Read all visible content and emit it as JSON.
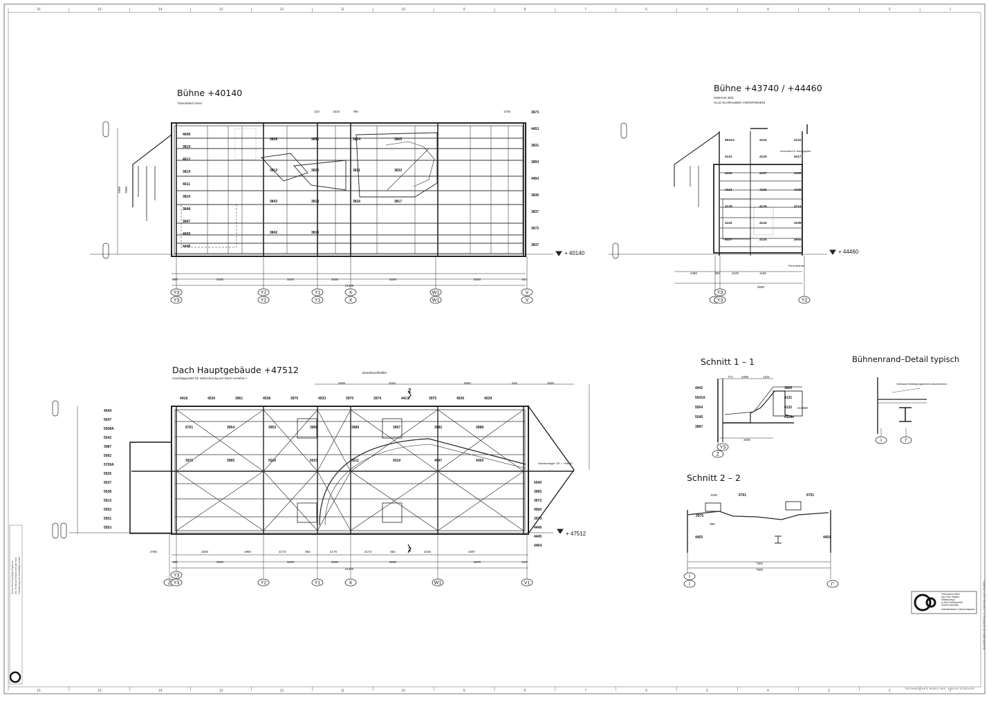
{
  "drawing": {
    "grid_columns_top": [
      "16",
      "15",
      "14",
      "13",
      "12",
      "11",
      "10",
      "9",
      "8",
      "7",
      "6",
      "5",
      "4",
      "3",
      "2",
      "1"
    ],
    "grid_columns_bottom": [
      "16",
      "15",
      "14",
      "13",
      "12",
      "11",
      "10",
      "9",
      "8",
      "7",
      "6",
      "5",
      "4",
      "3",
      "2",
      "1"
    ],
    "views": {
      "buehne_40140": {
        "title": "Bühne +40140",
        "subtitle": "Tränenblech 6mm",
        "level_mark": "+ 40140",
        "axes": [
          "Y3",
          "Y2",
          "Y1",
          "X",
          "W1",
          "V"
        ],
        "overall_dim": "21400",
        "sub_dims": [
          "300",
          "5200",
          "3200",
          "2000",
          "5200",
          "5200",
          "310"
        ],
        "left_tags": [
          "4608",
          "3819",
          "4612",
          "3819",
          "4611",
          "3819",
          "3848",
          "3847",
          "4609",
          "4448"
        ],
        "inner_tags": [
          "3828",
          "3851",
          "3824",
          "3805",
          "3812",
          "3820",
          "3811",
          "3832",
          "3843",
          "3814",
          "3816",
          "3817",
          "3842",
          "3818"
        ],
        "right_tags": [
          "3673",
          "4453",
          "3831",
          "3850",
          "4450",
          "3836",
          "3837",
          "3672",
          "3837"
        ],
        "top_dims": [
          "110",
          "1510",
          "790",
          "1700"
        ],
        "vert_dims": [
          "7600",
          "7000"
        ]
      },
      "buehne_43740": {
        "title": "Bühne +43740 / +44460",
        "subtitle_1": "Gitterrost 30/3",
        "subtitle_2": "ALLE SCHRAUBEN VORSPANNEN!",
        "level_mark": "+ 44460",
        "axes": [
          "Z",
          "Y3",
          "Y2"
        ],
        "overall_dim": "5500",
        "sub_dims": [
          "2480",
          "300",
          "2100",
          "1150"
        ],
        "tags": [
          "5541A",
          "4123",
          "4122",
          "4121",
          "4120",
          "4117",
          "4116",
          "4107",
          "4106",
          "4113",
          "4119",
          "4126",
          "4128",
          "4129",
          "4114",
          "4115",
          "4124",
          "4108",
          "4127",
          "4125",
          "4555"
        ],
        "notes": [
          "Innenwand 8. Aufzugsplan",
          "Pierseitelinde"
        ]
      },
      "dach": {
        "title": "Dach Hauptgebäude +47512",
        "subtitle": "Anschlagpunkte für Seilsicherung am Dach vorsehen !",
        "level_mark": "+ 47512",
        "axes": [
          "Z",
          "Y3",
          "Y2",
          "Y1",
          "X",
          "W1",
          "V1"
        ],
        "overall_dim": "21400",
        "sub_dims": [
          "300",
          "5200",
          "3200",
          "2000",
          "5200",
          "5200",
          "310"
        ],
        "bottom_dims": [
          "2780",
          "3250",
          "1950",
          "2173",
          "852",
          "2175",
          "2173",
          "852",
          "2150",
          "4387"
        ],
        "top_dims": [
          "3000",
          "3184",
          "5582",
          "634",
          "3500"
        ],
        "note_top": "Brandrauchklüfter",
        "note_right": "Wandauflager OK = +48040",
        "tags": [
          "4418",
          "4530",
          "3961",
          "4538",
          "3975",
          "4533",
          "3970",
          "3974",
          "4417",
          "3975",
          "4530",
          "4539",
          "4544",
          "5547",
          "5508A",
          "5542",
          "3987",
          "5562",
          "5709A",
          "5526",
          "5537",
          "5538",
          "5513",
          "5552",
          "5551",
          "5553",
          "5540",
          "3965",
          "3972",
          "4560",
          "3973",
          "4446",
          "4445",
          "4454",
          "6701",
          "3954",
          "3953",
          "3956",
          "3989",
          "3957",
          "3982",
          "3988",
          "3971",
          "3965",
          "5510",
          "5533",
          "5511",
          "4319",
          "4547",
          "4300"
        ],
        "section_mark": "2"
      },
      "schnitt_1": {
        "title": "Schnitt 1 – 1",
        "axes": [
          "Z",
          "Y3"
        ],
        "dims": [
          "771",
          "1058",
          "1421",
          "3250"
        ],
        "tags": [
          "4442",
          "5541A",
          "5504",
          "5545",
          "3687",
          "3665",
          "4131",
          "4132",
          "4121"
        ],
        "level": "+44460"
      },
      "schnitt_2": {
        "title": "Schnitt 2 – 2",
        "axes": [
          "I",
          "I''"
        ],
        "dims": [
          "1200",
          "850",
          "7300",
          "7600"
        ],
        "tags": [
          "6701",
          "6701",
          "3975",
          "4455",
          "4454"
        ]
      },
      "detail": {
        "title": "Bühnenrand–Detail typisch",
        "note": "Oberstand Befestigungselement abschneidend",
        "axes": [
          "I",
          "I'"
        ]
      }
    },
    "title_block": {
      "lines": [
        "Technisches Büro",
        "Ing. Erich Stadler",
        "Mösernweg 2",
        "A-4202 Hellmonsödt",
        "0043/7215/2286",
        "Stahlbaudetail / Übersichtspläne"
      ]
    },
    "footer_text": "TECHNISCHES BÜRO  ING. ERICH STADLER",
    "right_margin_text": "BAUVORHABEN: INDUSTRIEHALLE – STAHLBAU DACH / BÜHNEN",
    "left_margin_lines": [
      "Dieser Plan ist geistiges Eigentum",
      "des Technischen Büros und darf ohne",
      "Zustimmung nicht vervielfältigt werden."
    ]
  }
}
